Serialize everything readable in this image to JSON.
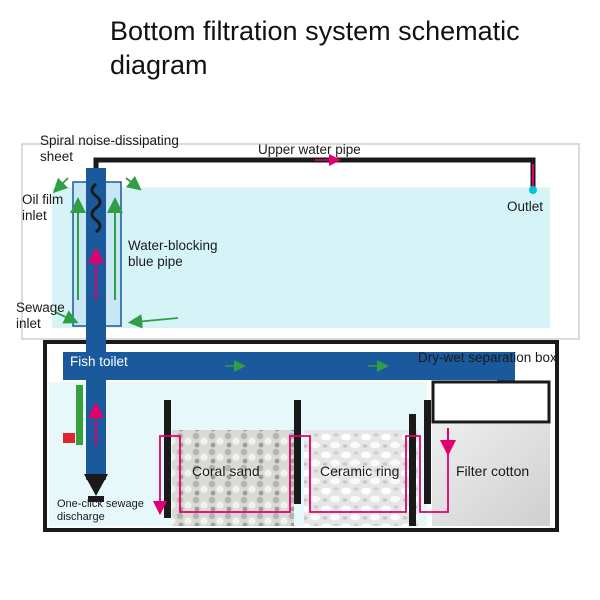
{
  "title": "Bottom filtration system schematic diagram",
  "labels": {
    "spiral": "Spiral noise-dissipating sheet",
    "upper_pipe": "Upper water pipe",
    "oil_film": "Oil film inlet",
    "outlet": "Outlet",
    "water_blocking": "Water-blocking blue pipe",
    "sewage_inlet": "Sewage inlet",
    "fish_toilet": "Fish toilet",
    "dry_wet": "Dry-wet separation box",
    "coral_sand": "Coral sand",
    "ceramic_ring": "Ceramic ring",
    "filter_cotton": "Filter cotton",
    "one_click": "One-click sewage discharge"
  },
  "colors": {
    "upper_tank_water": "#d6f4f8",
    "lower_water": "#e7f8fa",
    "pipe_blue": "#1a5a9c",
    "frame": "#1a1a1a",
    "flow_arrow": "#e0006f",
    "inlet_arrow": "#2f9e44",
    "outlet_drop": "#00c4d6",
    "valve_red": "#e0242b",
    "level_green": "#36a03e"
  }
}
